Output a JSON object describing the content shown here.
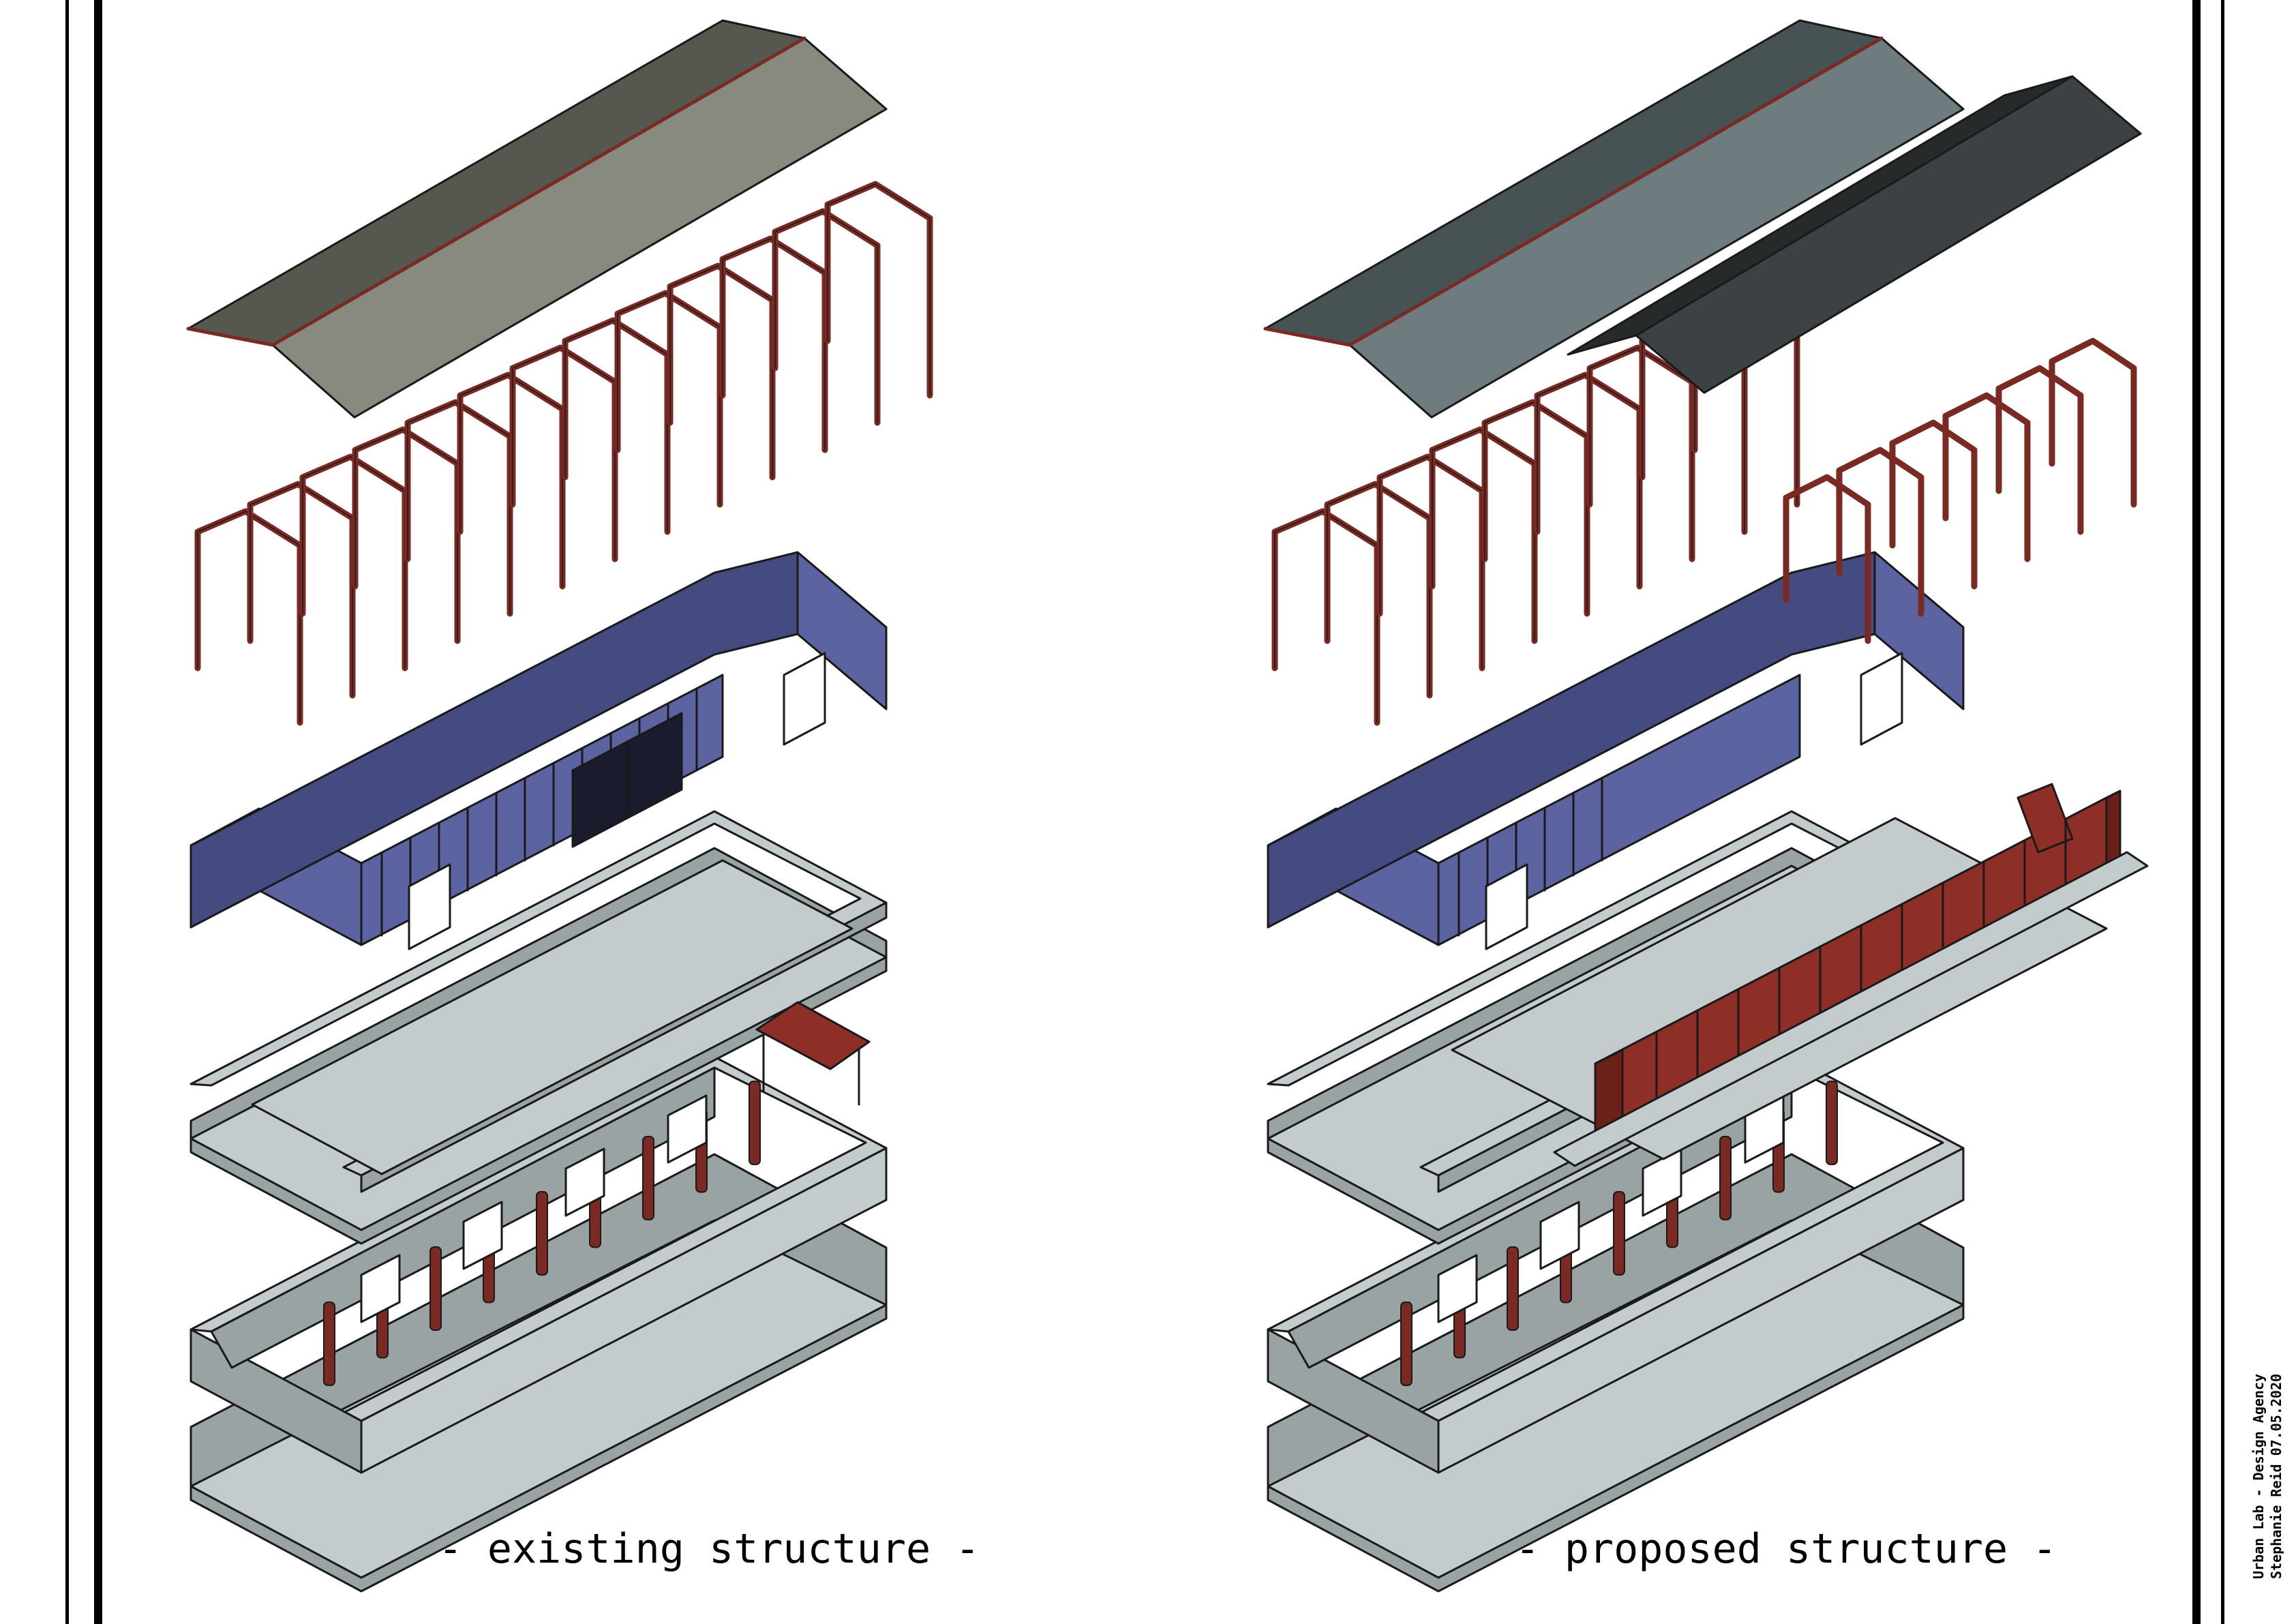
{
  "captions": {
    "existing": "- existing structure -",
    "proposed": "- proposed structure -"
  },
  "title_block": {
    "line1": "Urban Lab - Design Agency",
    "line2": "Stephanie Reid 07.05.2020"
  },
  "colors": {
    "roof_existing": "#88897f",
    "roof_existing_dark": "#56584f",
    "roof_proposed": "#6f7c7f",
    "roof_proposed_dark": "#465254",
    "roof_new": "#3c4244",
    "roof_new_dark": "#262a2b",
    "frame": "#7a2a22",
    "walls": "#5b63a0",
    "walls_dark": "#444b80",
    "walls_openings": "#1a1c2e",
    "slab": "#c3cbcc",
    "slab_dark": "#9aa3a4",
    "new_walls": "#8d2f26",
    "new_walls_dark": "#6b2019",
    "outline": "#1a1a1a"
  },
  "icons": {
    "existing_model": "exploded-axonometric-existing-icon",
    "proposed_model": "exploded-axonometric-proposed-icon"
  }
}
